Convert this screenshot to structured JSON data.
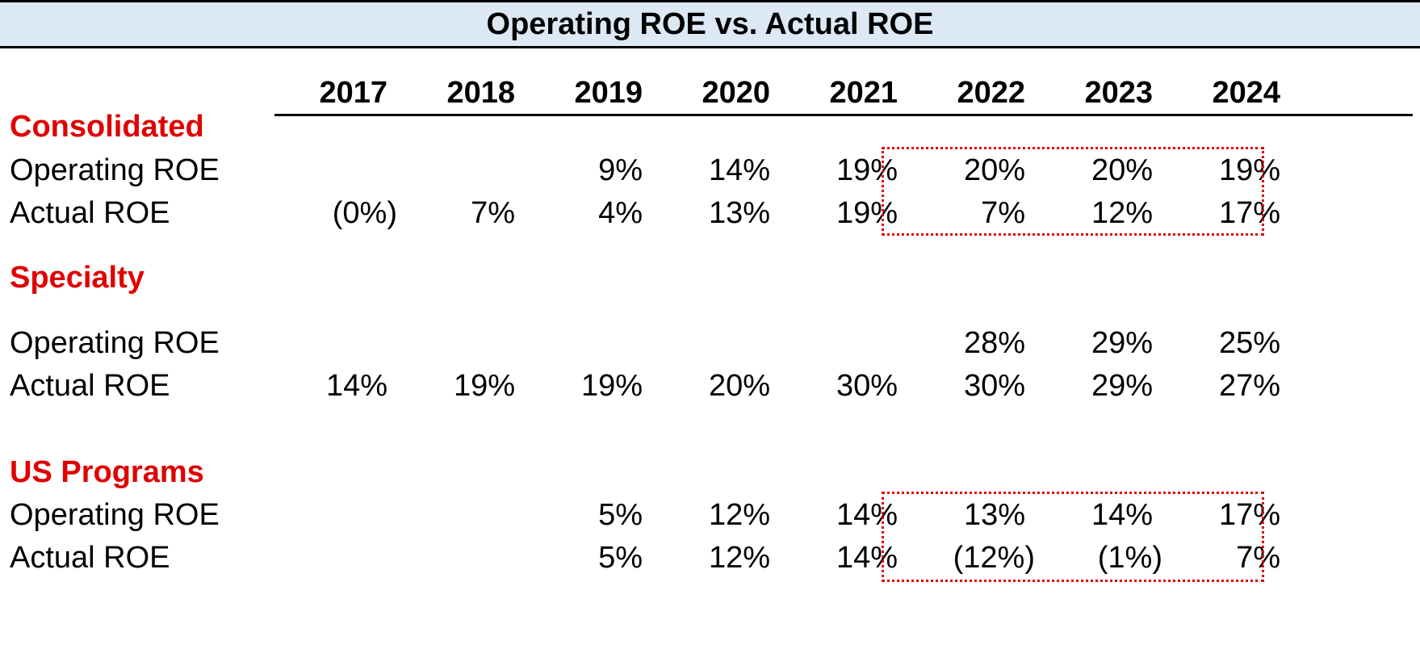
{
  "title": "Operating ROE vs. Actual ROE",
  "years": [
    "2017",
    "2018",
    "2019",
    "2020",
    "2021",
    "2022",
    "2023",
    "2024"
  ],
  "sections": [
    {
      "name": "Consolidated",
      "rows": [
        {
          "label": "Operating ROE",
          "values": [
            "",
            "",
            "9%",
            "14%",
            "19%",
            "20%",
            "20%",
            "19%"
          ]
        },
        {
          "label": "Actual ROE",
          "values": [
            "(0%)",
            "7%",
            "4%",
            "13%",
            "19%",
            "7%",
            "12%",
            "17%"
          ]
        }
      ]
    },
    {
      "name": "Specialty",
      "rows": [
        {
          "label": "Operating ROE",
          "values": [
            "",
            "",
            "",
            "",
            "",
            "28%",
            "29%",
            "25%"
          ]
        },
        {
          "label": "Actual ROE",
          "values": [
            "14%",
            "19%",
            "19%",
            "20%",
            "30%",
            "30%",
            "29%",
            "27%"
          ]
        }
      ]
    },
    {
      "name": "US Programs",
      "rows": [
        {
          "label": "Operating ROE",
          "values": [
            "",
            "",
            "5%",
            "12%",
            "14%",
            "13%",
            "14%",
            "17%"
          ]
        },
        {
          "label": "Actual ROE",
          "values": [
            "",
            "",
            "5%",
            "12%",
            "14%",
            "(12%)",
            "(1%)",
            "7%"
          ]
        }
      ]
    }
  ],
  "colors": {
    "title_background": "#dce9f5",
    "section_label": "#e00000",
    "highlight_border": "#e00000"
  }
}
